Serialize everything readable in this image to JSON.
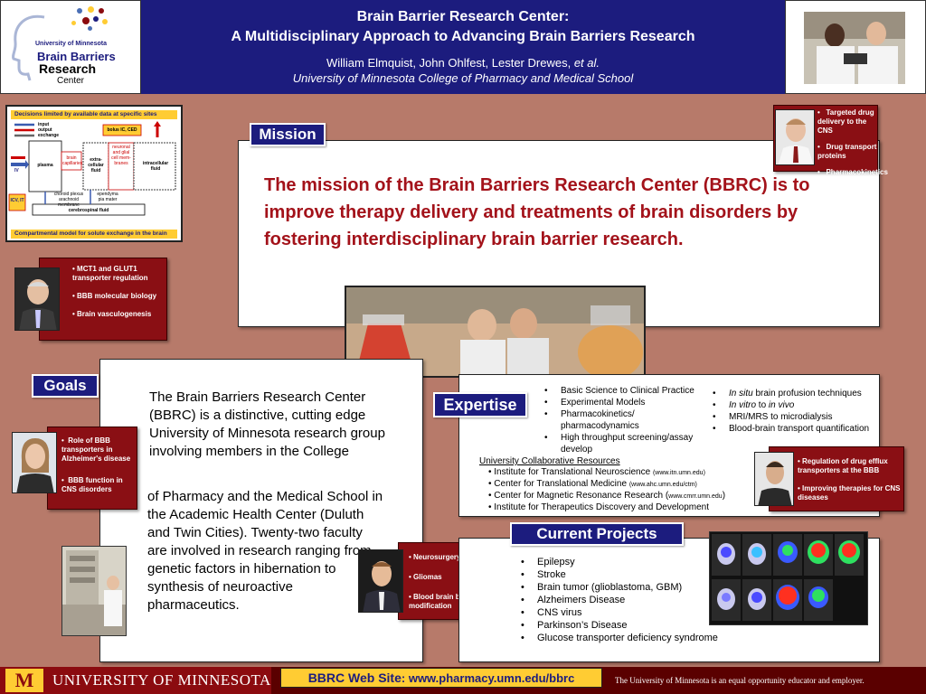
{
  "logo": {
    "line1": "University of Minnesota",
    "line2": "Brain Barriers",
    "line3": "Research",
    "line4": "Center"
  },
  "header": {
    "title_line1": "Brain Barrier Research Center:",
    "title_line2": "A Multidisciplinary Approach to Advancing Brain Barriers Research",
    "authors": "William Elmquist, John Ohlfest, Lester Drewes,",
    "authors_etal": "et al.",
    "affiliation": "University of Minnesota College of Pharmacy and Medical School"
  },
  "diagram": {
    "title": "Decisions limited by available data at specific sites",
    "legend": [
      "input",
      "output",
      "exchange"
    ],
    "bolus": "bolus IC, CED",
    "iv": "IV",
    "plasma": "plasma",
    "brain_capillaries": "brain capillaries",
    "extracellular": "extra-cellular fluid",
    "neuronal": "neuronal and glial cell mem-branes",
    "intracellular": "intracellular fluid",
    "icv": "ICV, IT",
    "choroid": "choroid plexus arachnoid membrane",
    "ependyma": "ependyma pia mater",
    "csf": "cerebrospinal fluid",
    "footer": "Compartmental model for solute exchange in the brain"
  },
  "mission": {
    "tab": "Mission",
    "text": "The mission of the Brain Barriers Research Center (BBRC) is to improve therapy delivery and treatments of brain disorders by fostering interdisciplinary brain barrier research."
  },
  "goals": {
    "tab": "Goals",
    "text_top": "The Brain Barriers Research Center (BBRC) is a distinctive, cutting edge University of Minnesota research group involving members in the College",
    "text_bottom": "of Pharmacy and the Medical School in the Academic Health Center (Duluth and Twin Cities). Twenty-two faculty are involved in research ranging from genetic factors in hibernation to synthesis of neuroactive pharmaceutics."
  },
  "expertise": {
    "tab": "Expertise",
    "col1": [
      "Basic Science to Clinical Practice",
      "Experimental Models",
      "Pharmacokinetics/ pharmacodynamics",
      "High throughput screening/assay develop"
    ],
    "col2_1a": "In situ",
    "col2_1b": " brain profusion techniques",
    "col2_2a": "In vitro",
    "col2_2b": " to ",
    "col2_2c": "in vivo",
    "col2_3": "MRI/MRS to microdialysis",
    "col2_4": "Blood-brain transport quantification",
    "resources_title": "University Collaborative Resources",
    "res1": "Institute for Translational Neuroscience",
    "res1_url": "(www.itn.umn.edu)",
    "res2": "Center for Translational Medicine",
    "res2_url": "(www.ahc.umn.edu/ctm)",
    "res3": "Center for Magnetic Resonance Research (",
    "res3_url": "www.cmrr.umn.edu",
    "res3_end": ")",
    "res4": "Institute for Therapeutics Discovery and Development"
  },
  "projects": {
    "tab": "Current  Projects",
    "items": [
      "Epilepsy",
      "Stroke",
      "Brain tumor (glioblastoma, GBM)",
      "Alzheimers Disease",
      "CNS virus",
      "Parkinson’s Disease",
      "Glucose transporter deficiency syndrome"
    ]
  },
  "cards": {
    "c1": [
      "Targeted drug delivery to the CNS",
      "Drug transport proteins",
      "Pharmacokinetics"
    ],
    "c2": [
      "• MCT1 and GLUT1 transporter regulation",
      "• BBB molecular biology",
      "• Brain vasculogenesis"
    ],
    "c3": [
      "Role of BBB transporters in Alzheimer's disease",
      "BBB function in CNS disorders"
    ],
    "c4": [
      "• Neurosurgery",
      "• Gliomas",
      "• Blood brain barrier modification"
    ],
    "c5": [
      "• Regulation of drug efflux transporters at the BBB",
      "• Improving therapies for CNS diseases"
    ]
  },
  "footer": {
    "umn": "University of Minnesota",
    "web_label": "BBRC Web Site",
    "web_url": ":  www.pharmacy.umn.edu/bbrc",
    "eoe": "The University of Minnesota is an equal opportunity educator and employer."
  },
  "colors": {
    "navy": "#1c1c7e",
    "maroon": "#8a0f14",
    "gold": "#ffcc33",
    "background": "#b77a6a"
  }
}
